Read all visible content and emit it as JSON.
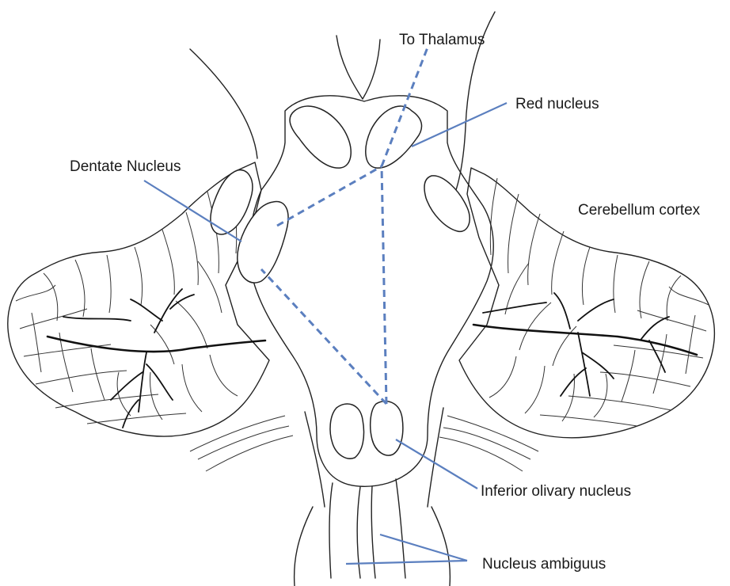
{
  "labels": {
    "to_thalamus": "To Thalamus",
    "red_nucleus": "Red nucleus",
    "dentate_nucleus": "Dentate Nucleus",
    "cerebellum_cortex": "Cerebellum cortex",
    "inferior_olivary_nucleus": "Inferior olivary nucleus",
    "nucleus_ambiguus": "Nucleus ambiguus"
  },
  "colors": {
    "pathway": "#5b7fbf",
    "outline": "#222222",
    "background": "#ffffff"
  }
}
